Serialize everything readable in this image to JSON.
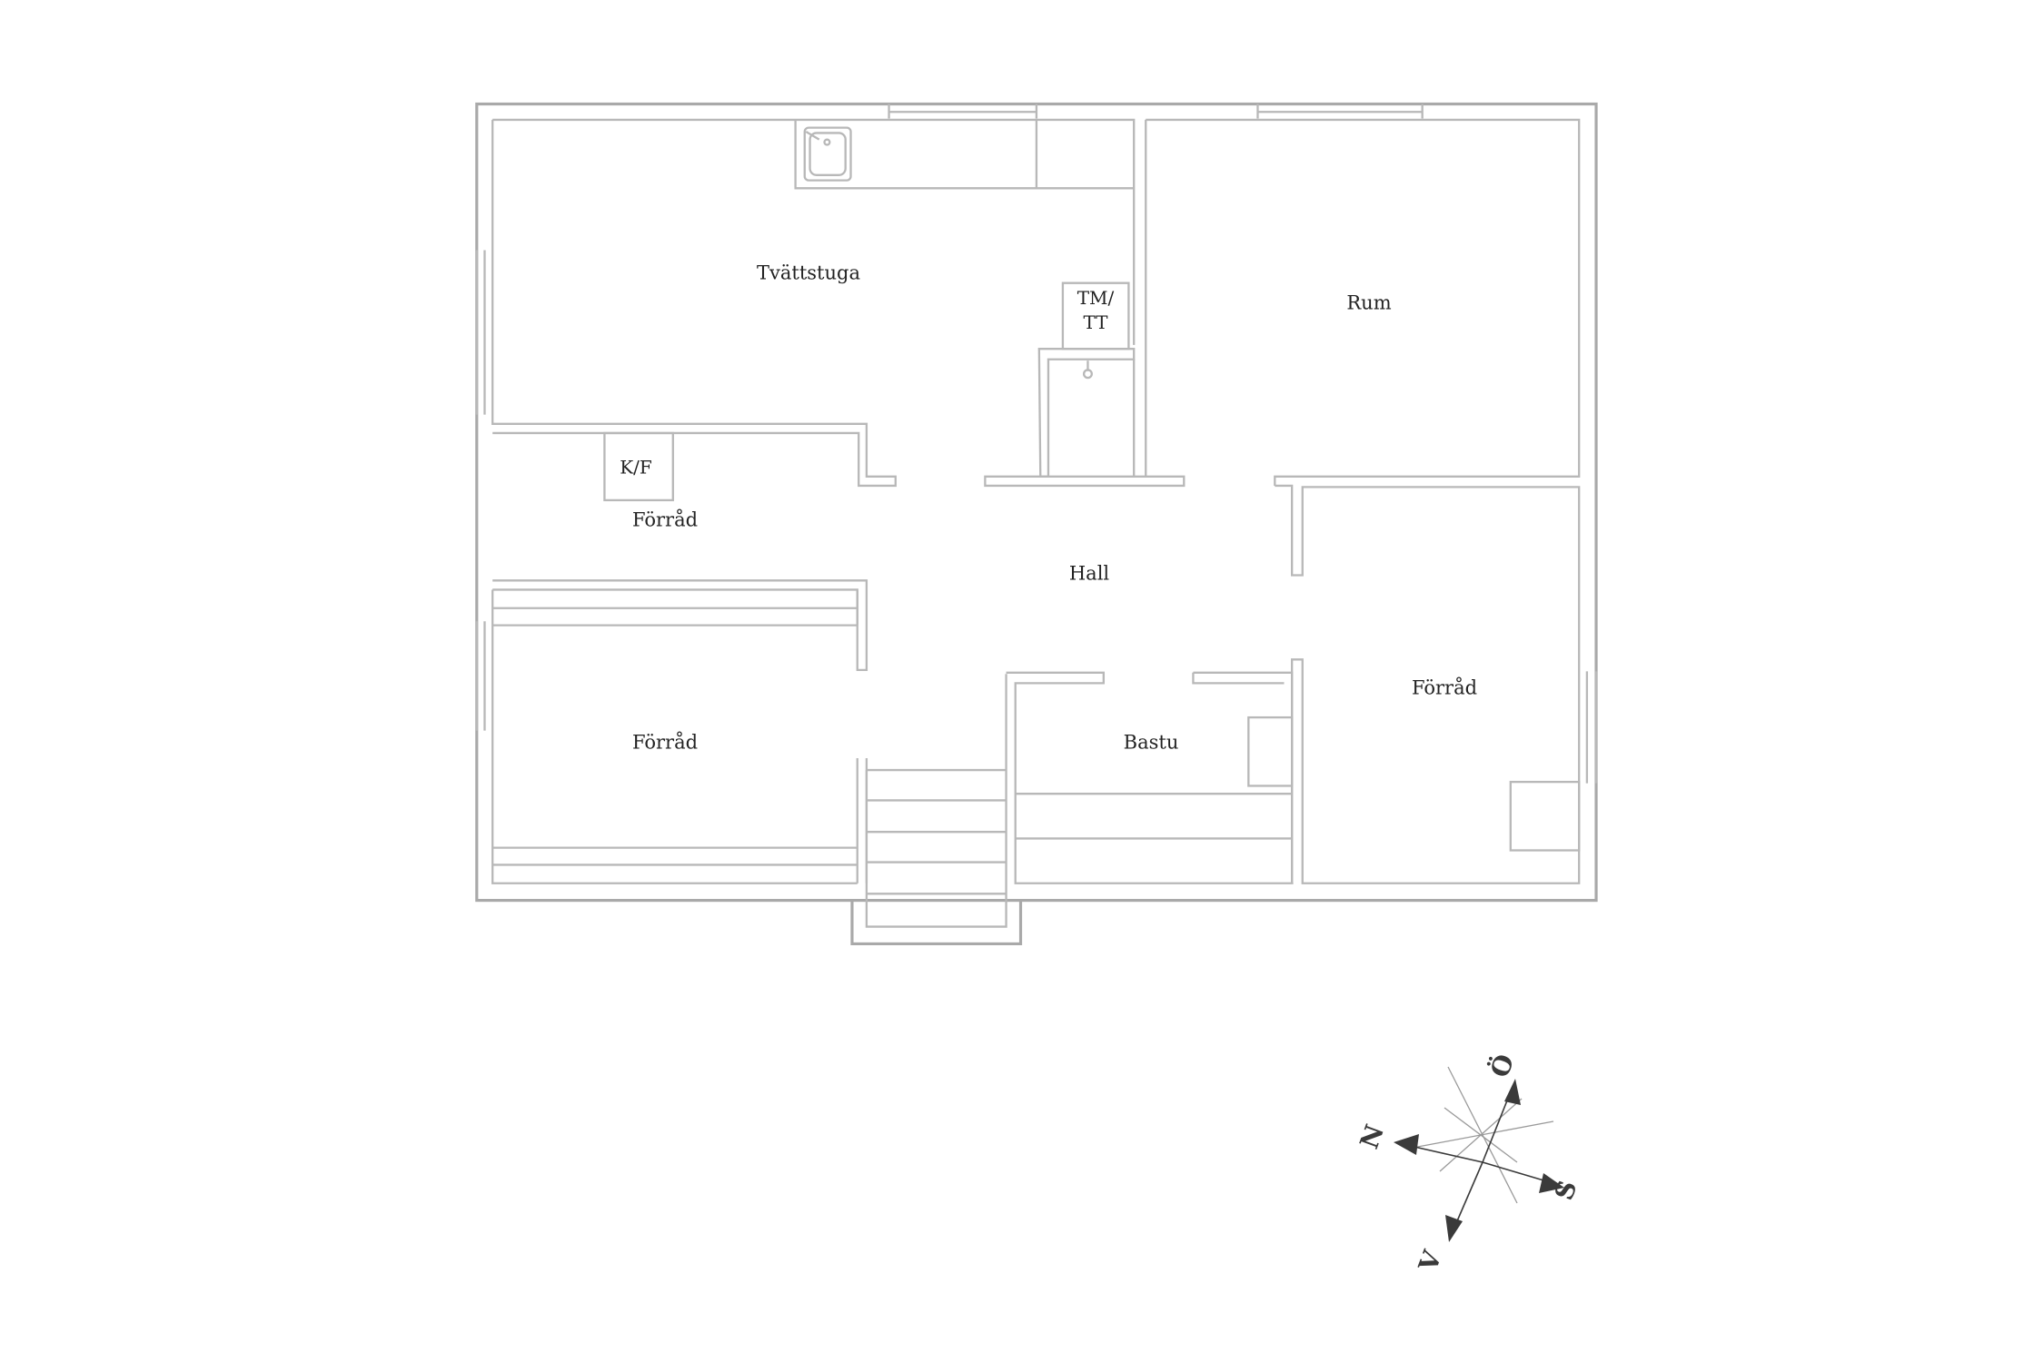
{
  "rooms": {
    "laundry": "Tvättstuga",
    "room": "Rum",
    "storage_small": "Förråd",
    "hall": "Hall",
    "storage_left": "Förråd",
    "sauna": "Bastu",
    "storage_right": "Förråd"
  },
  "fixtures": {
    "washer_dryer_line1": "TM/",
    "washer_dryer_line2": "TT",
    "fridge_freezer": "K/F"
  },
  "compass": {
    "north": "N",
    "east": "Ö",
    "south": "S",
    "west": "V"
  },
  "colors": {
    "walls": "#a9a9a9",
    "text": "#222222",
    "compass_arrows": "#3a3a3a"
  }
}
